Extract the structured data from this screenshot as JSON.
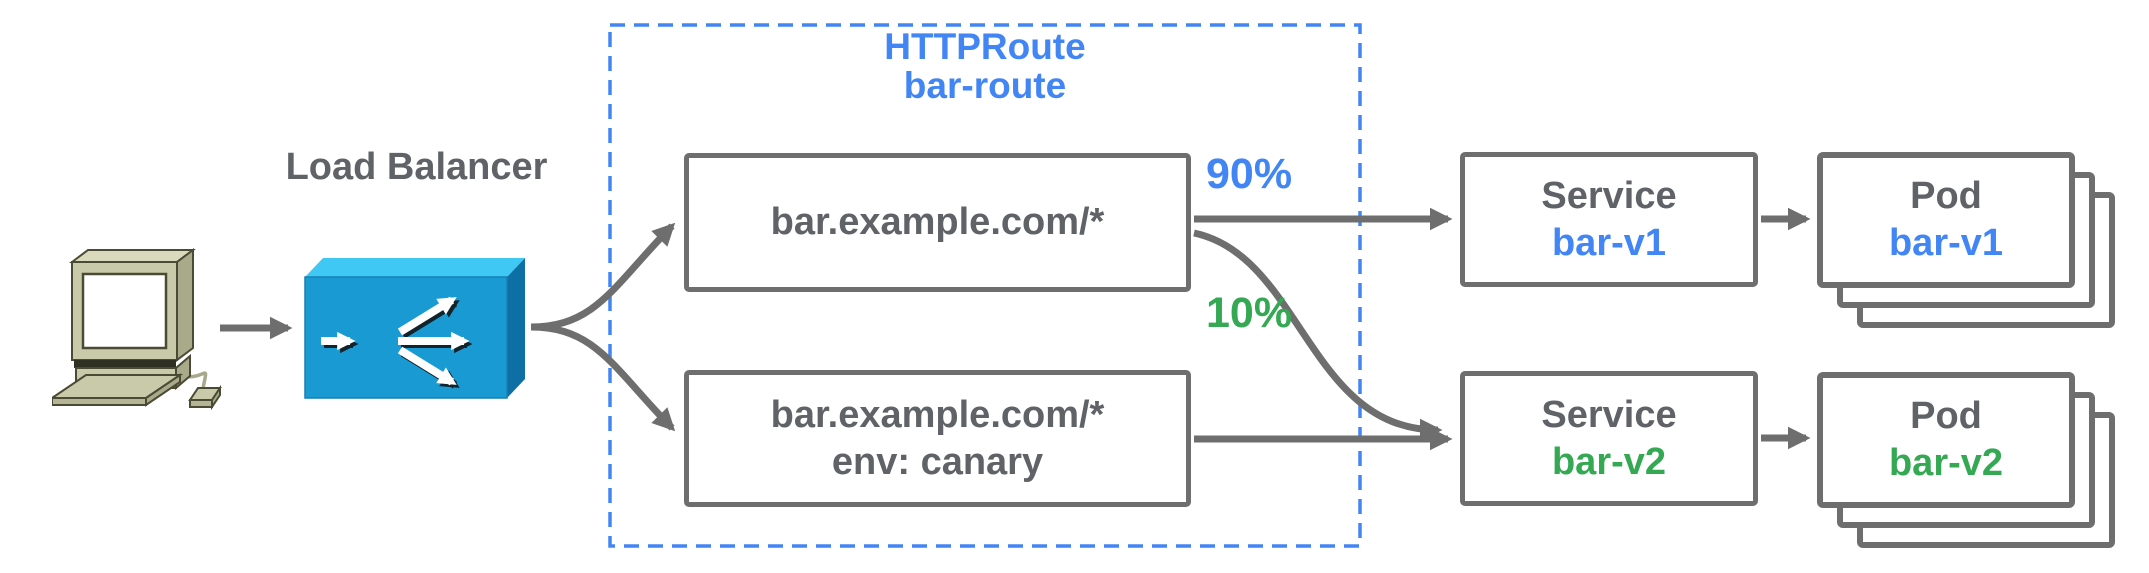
{
  "client": {
    "icon": "desktop-computer-icon"
  },
  "load_balancer": {
    "label": "Load Balancer",
    "icon": "load-balancer-box-icon"
  },
  "httproute_group": {
    "kind": "HTTPRoute",
    "name": "bar-route"
  },
  "routes": [
    {
      "match": "bar.example.com/*"
    },
    {
      "match": "bar.example.com/*",
      "header_match": "env: canary"
    }
  ],
  "weights": [
    {
      "label": "90%"
    },
    {
      "label": "10%"
    }
  ],
  "services": [
    {
      "kind": "Service",
      "name": "bar-v1"
    },
    {
      "kind": "Service",
      "name": "bar-v2"
    }
  ],
  "pods": [
    {
      "kind": "Pod",
      "name": "bar-v1"
    },
    {
      "kind": "Pod",
      "name": "bar-v2"
    }
  ],
  "colors": {
    "blue_accent": "#4285F4",
    "green_accent": "#34A853",
    "gray_text": "#5F6368",
    "gray_line": "#6E6E6E",
    "dashed_border": "#4285F4",
    "lb_front": "#1A9AD3",
    "lb_top": "#3FC8F4",
    "lb_side": "#0E6FA4",
    "computer_body": "#C9CAA9"
  }
}
